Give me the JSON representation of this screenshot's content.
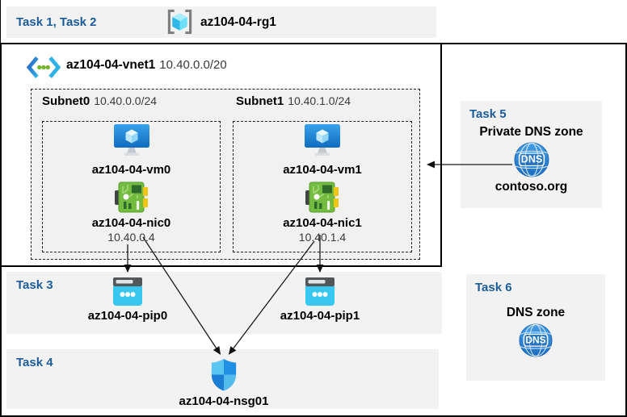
{
  "header": {
    "tasks_label": "Task 1, Task 2",
    "resource_group": "az104-04-rg1"
  },
  "vnet": {
    "name": "az104-04-vnet1",
    "cidr": "10.40.0.0/20"
  },
  "subnets": [
    {
      "name": "Subnet0",
      "cidr": "10.40.0.0/24",
      "vm_name": "az104-04-vm0",
      "nic_name": "az104-04-nic0",
      "nic_ip": "10.40.0.4"
    },
    {
      "name": "Subnet1",
      "cidr": "10.40.1.0/24",
      "vm_name": "az104-04-vm1",
      "nic_name": "az104-04-nic1",
      "nic_ip": "10.40.1.4"
    }
  ],
  "task3": {
    "label": "Task 3",
    "pip0": "az104-04-pip0",
    "pip1": "az104-04-pip1"
  },
  "task4": {
    "label": "Task 4",
    "nsg_name": "az104-04-nsg01"
  },
  "task5": {
    "label": "Task 5",
    "title": "Private DNS zone",
    "zone_name": "contoso.org",
    "dns_icon_label": "DNS"
  },
  "task6": {
    "label": "Task 6",
    "title": "DNS zone",
    "dns_icon_label": "DNS"
  },
  "colors": {
    "task_label": "#1B5C99",
    "panel_bg": "#F2F2F2",
    "border": "#000000",
    "arrow": "#1A1A1A",
    "azure_blue": "#1E88DC",
    "vm_blue": "#1377CE",
    "nic_green": "#74BC3F",
    "pip_cyan": "#38C7EF",
    "dns_blue": "#2E86D4",
    "cube_cyan": "#6FDFF8"
  }
}
